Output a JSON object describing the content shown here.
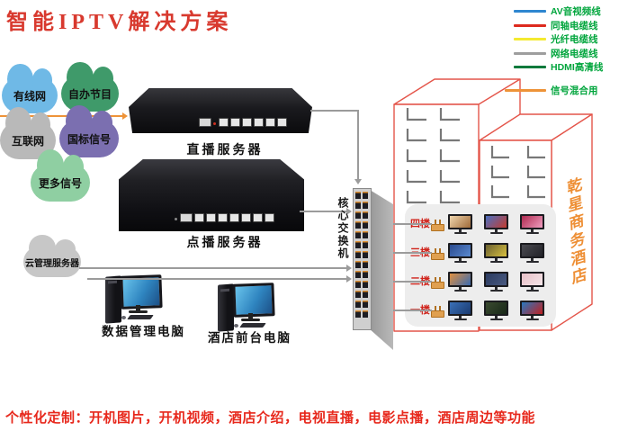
{
  "title": {
    "text": "智能IPTV解决方案",
    "color": "#d8392e"
  },
  "legend": {
    "label_color": "#00a53c",
    "items": [
      {
        "label": "AV音视频线",
        "color": "#2e86d0"
      },
      {
        "label": "同轴电缆线",
        "color": "#dd2a1e"
      },
      {
        "label": "光纤电缆线",
        "color": "#f4ea30"
      },
      {
        "label": "网络电缆线",
        "color": "#9e9e9e"
      },
      {
        "label": "HDMI高清线",
        "color": "#0e7a3c"
      },
      {
        "label": "信号混合用",
        "color": "#ee9338"
      }
    ]
  },
  "sources": {
    "clouds": [
      {
        "label": "有线网",
        "color": "#6fb9e6"
      },
      {
        "label": "自办节目",
        "color": "#3f9a6a"
      },
      {
        "label": "互联网",
        "color": "#b9b9b9"
      },
      {
        "label": "国标信号",
        "color": "#7b6fb0"
      },
      {
        "label": "更多信号",
        "color": "#8fcfa2"
      }
    ]
  },
  "servers": {
    "live": {
      "label": "直播服务器"
    },
    "vod": {
      "label": "点播服务器"
    }
  },
  "switch": {
    "label": "核心交换机"
  },
  "cloud_server": {
    "label": "云管理服务器",
    "color": "#c7c7c7"
  },
  "computers": [
    {
      "label": "数据管理电脑"
    },
    {
      "label": "酒店前台电脑"
    }
  ],
  "building": {
    "hotel_name": "乾星商务酒店",
    "hotel_name_color": "#ee8f35",
    "outline_color": "#e4554a",
    "panel_color": "#ededed",
    "floor_label_color": "#d0231b",
    "floors": [
      {
        "label": "四楼"
      },
      {
        "label": "三楼"
      },
      {
        "label": "二楼"
      },
      {
        "label": "一楼"
      }
    ],
    "tv_screens": [
      [
        "#f0d6ae",
        "#a06a38"
      ],
      [
        "#4a6fc0",
        "#c43b30"
      ],
      [
        "#b02a50",
        "#ef9ec0"
      ],
      [
        "#2a4a8e",
        "#5a8ad0"
      ],
      [
        "#6a6030",
        "#d8c040"
      ],
      [
        "#4a4a50",
        "#222228"
      ],
      [
        "#e09040",
        "#3a6ab0"
      ],
      [
        "#2a3a60",
        "#4a5a80"
      ],
      [
        "#e8c0c8",
        "#f5e5e8"
      ],
      [
        "#3a70b8",
        "#1a3a70"
      ],
      [
        "#3a4a30",
        "#182818"
      ],
      [
        "#2878c0",
        "#c02020"
      ]
    ]
  },
  "caption": {
    "text": "个性化定制：开机图片，开机视频，酒店介绍，电视直播，电影点播，酒店周边等功能",
    "color": "#e7281c"
  },
  "lines": {
    "network_color": "#9b9b9b",
    "mixed_color": "#ee9338"
  }
}
